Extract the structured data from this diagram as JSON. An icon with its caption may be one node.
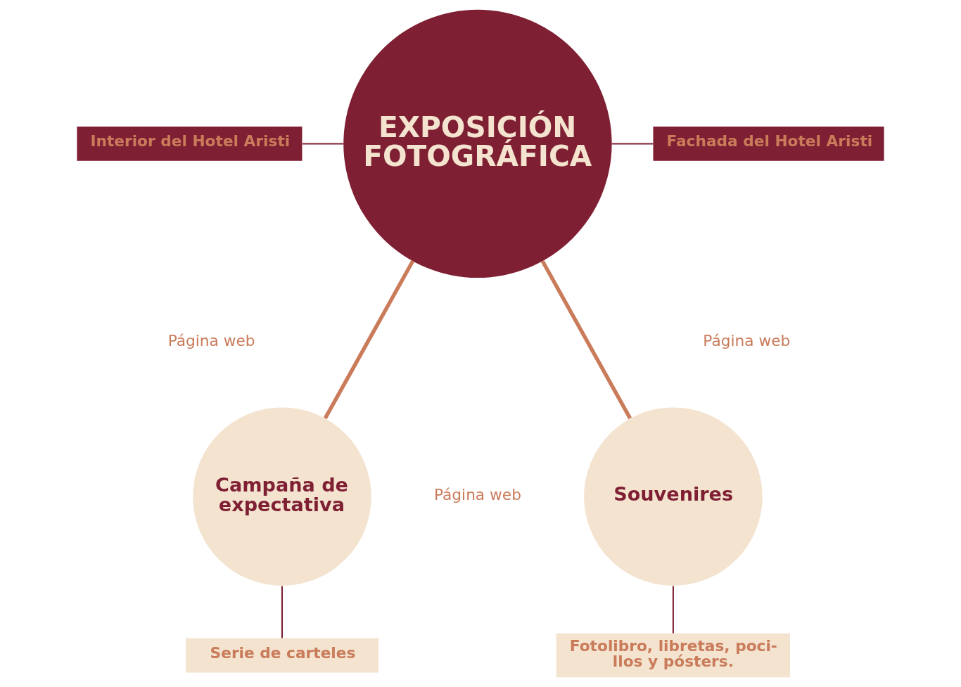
{
  "diagram": {
    "nodes": [
      {
        "text": [
          "EXPOSICIÓN FOTOGRÁFICA"
        ]
      },
      {
        "text": [
          "Interior del Hotel Aristi"
        ]
      },
      {
        "text": [
          "Fachada del Hotel Aristi"
        ]
      },
      {
        "text": [
          "Campaña de expectativa"
        ]
      },
      {
        "text": [
          "Souvenires"
        ]
      },
      {
        "text": [
          "Serie de carteles"
        ]
      },
      {
        "text": [
          "Fotolibro, libretas, poci- llos y pósters."
        ]
      }
    ],
    "edges": [
      {
        "from": 1,
        "to": 0,
        "arrow": "none"
      },
      {
        "from": 0,
        "to": 2,
        "arrow": "none"
      },
      {
        "from": 0,
        "to": 3,
        "arrow": "none",
        "style": "thick",
        "color": "#c97b5a"
      },
      {
        "from": 0,
        "to": 4,
        "arrow": "none",
        "style": "thick",
        "color": "#c97b5a"
      },
      {
        "from": 3,
        "to": 5,
        "arrow": "none"
      },
      {
        "from": 4,
        "to": 6,
        "arrow": "none"
      }
    ],
    "labels": [
      "Página web",
      "Página web",
      "Página web"
    ]
  }
}
